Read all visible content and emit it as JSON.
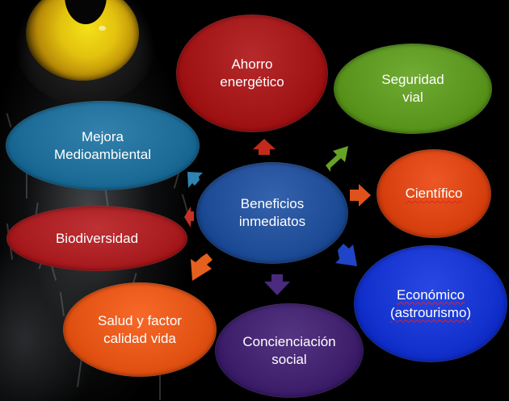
{
  "diagram": {
    "center": {
      "label": "Beneficios\ninmediatos",
      "color": "#1f4c96"
    },
    "nodes": [
      {
        "id": "ahorro",
        "label": "Ahorro\nenergético",
        "color": "#a11416"
      },
      {
        "id": "seguridad",
        "label": "Seguridad\nvial",
        "color": "#5a951e"
      },
      {
        "id": "cientifico",
        "label": "Científico",
        "color": "#d8410f"
      },
      {
        "id": "economico",
        "label": "Económico\n(astrourismo)",
        "color": "#1331cc"
      },
      {
        "id": "concienciacion",
        "label": "Concienciación\nsocial",
        "color": "#3e1f6c"
      },
      {
        "id": "salud",
        "label": "Salud y factor\ncalidad vida",
        "color": "#e25213"
      },
      {
        "id": "biodiversidad",
        "label": "Biodiversidad",
        "color": "#a81b1f"
      },
      {
        "id": "mejora",
        "label": "Mejora\nMedioambiental",
        "color": "#1c6b96"
      }
    ],
    "arrow_colors": {
      "ahorro": "#c22a1c",
      "seguridad": "#66a324",
      "cientifico": "#e0521c",
      "economico": "#1f44c8",
      "concienciacion": "#4a2a7c",
      "salud": "#e4601e",
      "biodiversidad": "#c33127",
      "mejora": "#2f83b3"
    }
  }
}
